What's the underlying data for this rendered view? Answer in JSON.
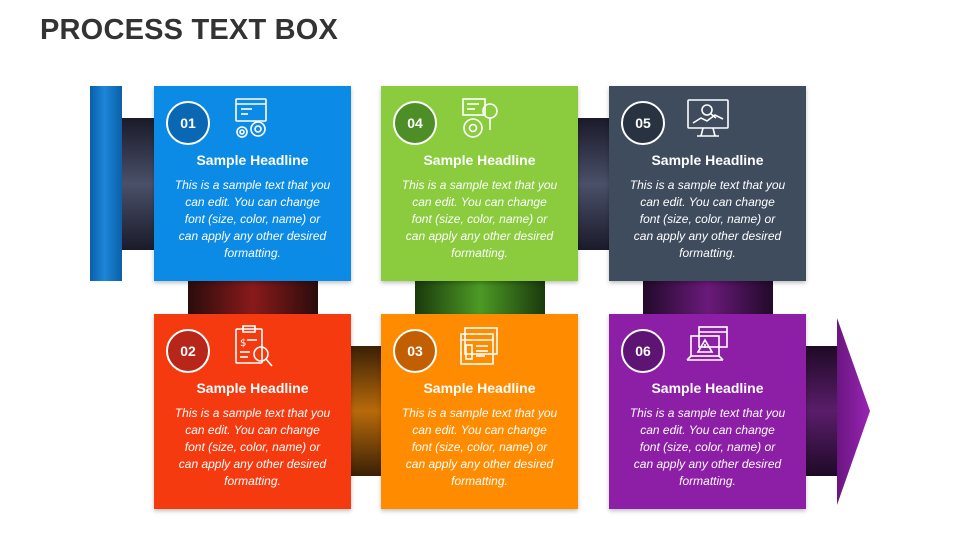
{
  "title": "PROCESS TEXT BOX",
  "cards": [
    {
      "number": "01",
      "headline": "Sample Headline",
      "text": "This is a sample text that you can edit. You can change font (size, color, name) or can apply any other desired formatting.",
      "color": "#0C8BE6",
      "badge_color": "#0A67B3",
      "icon": "settings-dashboard-icon"
    },
    {
      "number": "02",
      "headline": "Sample Headline",
      "text": "This is a sample text that you can edit. You can change font (size, color, name) or can apply any other desired formatting.",
      "color": "#F63A10",
      "badge_color": "#B8261A",
      "icon": "invoice-search-icon"
    },
    {
      "number": "03",
      "headline": "Sample Headline",
      "text": "This is a sample text that you can edit. You can change font (size, color, name) or can apply any other desired formatting.",
      "color": "#FF8B00",
      "badge_color": "#C35F03",
      "icon": "documents-icon"
    },
    {
      "number": "04",
      "headline": "Sample Headline",
      "text": "This is a sample text that you can edit. You can change font (size, color, name) or can apply any other desired formatting.",
      "color": "#8ACC3E",
      "badge_color": "#4E8E26",
      "icon": "gear-search-icon"
    },
    {
      "number": "05",
      "headline": "Sample Headline",
      "text": "This is a sample text that you can edit. You can change font (size, color, name) or can apply any other desired formatting.",
      "color": "#3F4C5E",
      "badge_color": "#293240",
      "icon": "monitor-analytics-icon"
    },
    {
      "number": "06",
      "headline": "Sample Headline",
      "text": "This is a sample text that you can edit. You can change font (size, color, name) or can apply any other desired formatting.",
      "color": "#8D1FA6",
      "badge_color": "#5E1473",
      "icon": "laptop-warning-icon"
    }
  ]
}
